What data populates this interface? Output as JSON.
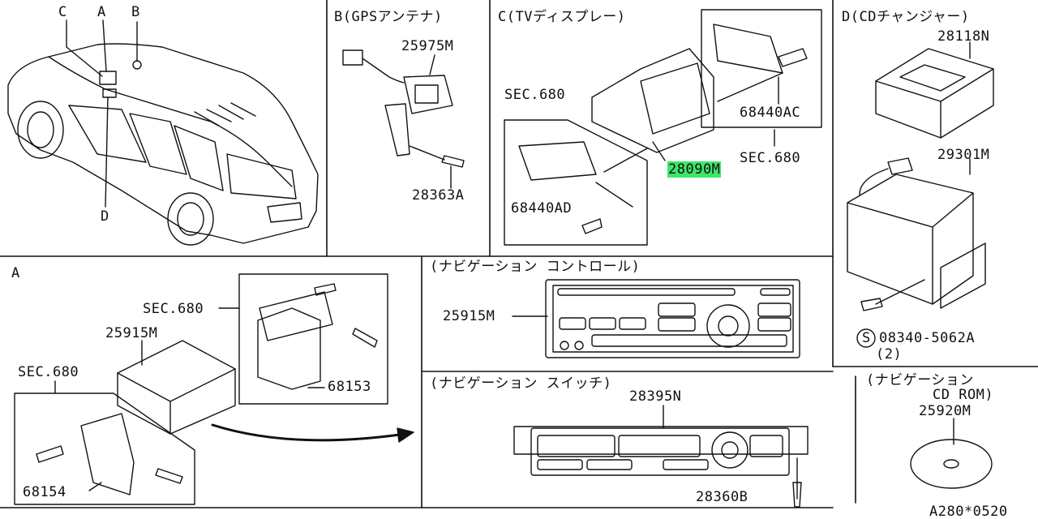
{
  "letters": {
    "c": "C",
    "a": "A",
    "b": "B",
    "d": "D",
    "a2": "A"
  },
  "sections": {
    "b": "B(GPSアンテナ)",
    "c": "C(TVディスプレー)",
    "d": "D(CDチャンジャー)",
    "nav_control": "(ナビゲーション コントロール)",
    "nav_switch": "(ナビゲーション スイッチ)",
    "nav_cdrom_1": "(ナビゲーション",
    "nav_cdrom_2": "CD ROM)"
  },
  "parts": {
    "p25975M": "25975M",
    "p28363A": "28363A",
    "sec680_c1": "SEC.680",
    "p68440AD": "68440AD",
    "p28090M": "28090M",
    "p68440AC": "68440AC",
    "sec680_c2": "SEC.680",
    "p28118N": "28118N",
    "p29301M": "29301M",
    "p08340": "08340-5062A",
    "p08340_qty": "(2)",
    "sec680_a1": "SEC.680",
    "p25915M_a": "25915M",
    "sec680_a2": "SEC.680",
    "p68153": "68153",
    "p68154": "68154",
    "p25915M_nav": "25915M",
    "p28395N": "28395N",
    "p28360B": "28360B",
    "p25920M": "25920M",
    "screw_symbol": "S"
  },
  "footer": {
    "code": "A280*0520"
  },
  "colors": {
    "highlight": "#3ee66b",
    "line": "#111111"
  }
}
